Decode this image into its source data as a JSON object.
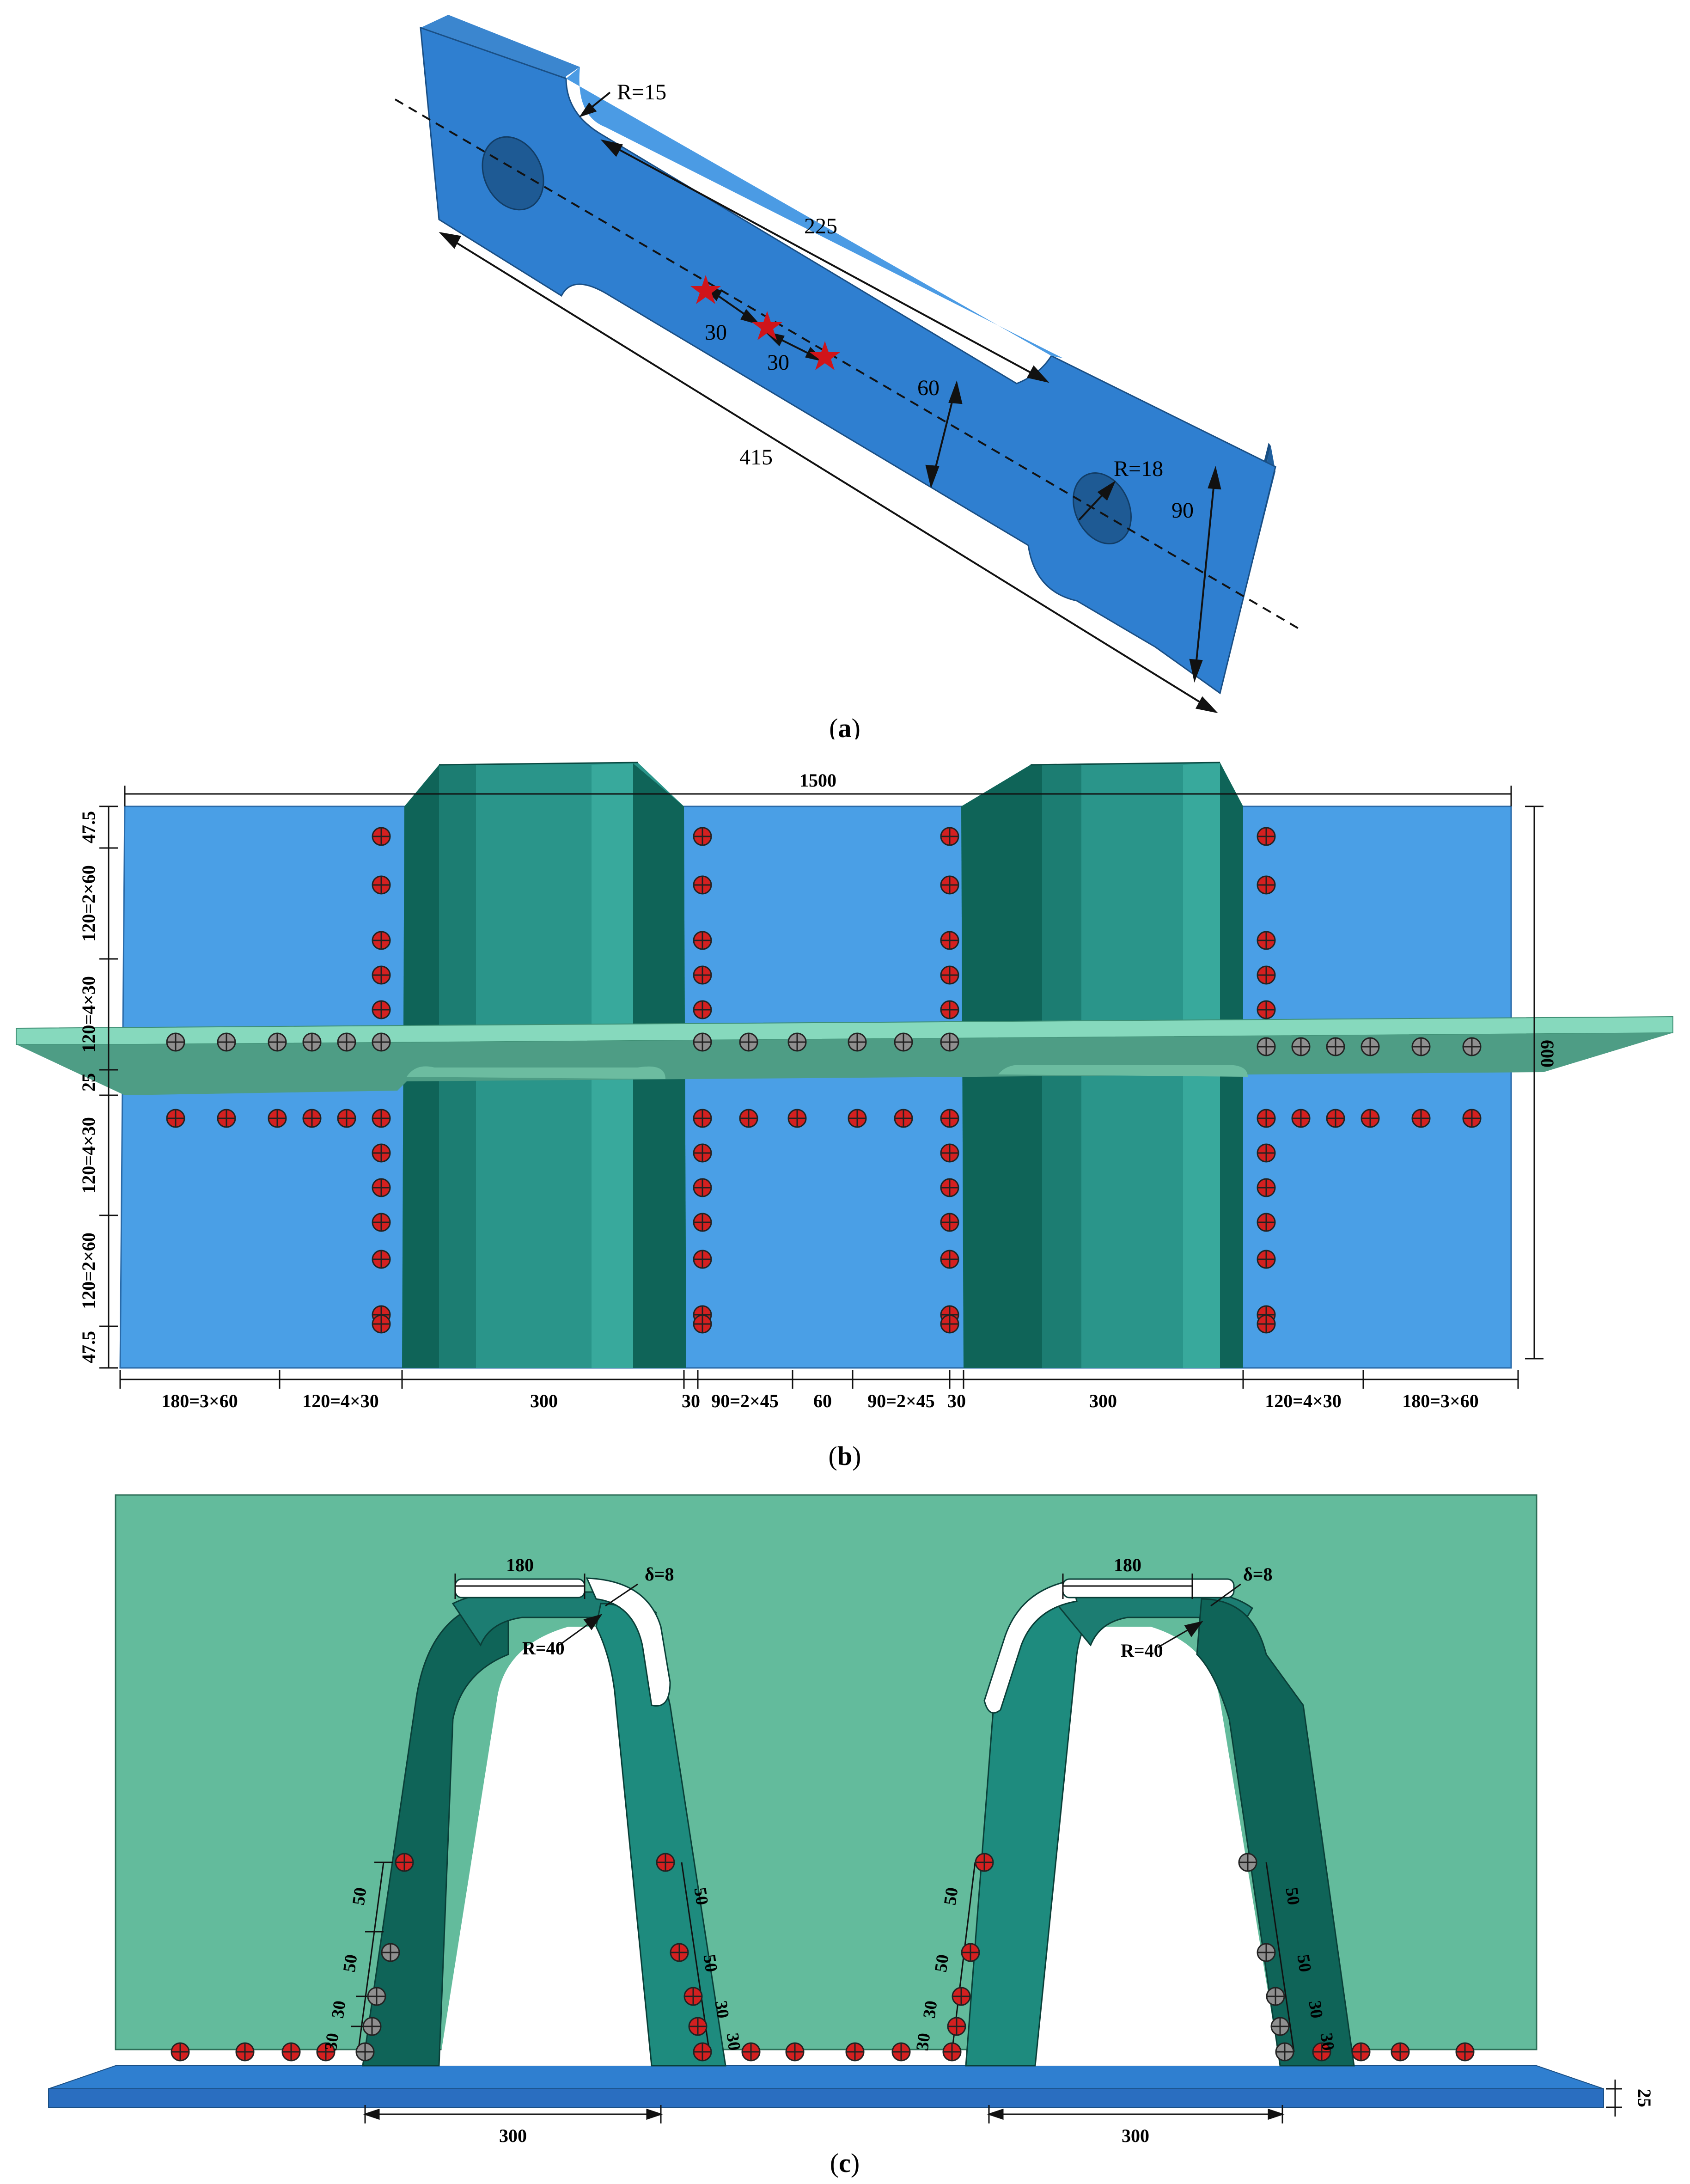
{
  "colors": {
    "plate_blue": "#4a9fe6",
    "plate_blue_top": "#3b86cf",
    "plate_blue_side": "#2f6fae",
    "specimen_blue": "#2f7fd0",
    "specimen_blue_top": "#4b9be4",
    "specimen_side": "#1f5f9e",
    "rib_green": "#2a958a",
    "rib_green_dark": "#0f6458",
    "rib_green_light": "#38a99c",
    "deck_green": "#63bb9c",
    "deck_flange": "#86d9bd",
    "weld_red": "#d42020",
    "star_red": "#d0141a"
  },
  "panel_a": {
    "caption_open": "(",
    "caption_letter": "a",
    "caption_close": ")",
    "dims": {
      "r15": "R=15",
      "d225": "225",
      "d30a": "30",
      "d30b": "30",
      "d60": "60",
      "d415": "415",
      "r18": "R=18",
      "d90": "90"
    },
    "star_icons": [
      "star-icon",
      "star-icon",
      "star-icon"
    ]
  },
  "panel_b": {
    "caption_open": "(",
    "caption_letter": "b",
    "caption_close": ")",
    "top_dim": "1500",
    "right_dim": "600",
    "left_dims": [
      "47.5",
      "120=2×60",
      "120=4×30",
      "25",
      "120=4×30",
      "120=2×60",
      "47.5"
    ],
    "bottom_dims": [
      "180=3×60",
      "120=4×30",
      "300",
      "30",
      "90=2×45",
      "60",
      "90=2×45",
      "30",
      "300",
      "120=4×30",
      "180=3×60"
    ]
  },
  "panel_c": {
    "caption_open": "(",
    "caption_letter": "c",
    "caption_close": ")",
    "rib_top_dims": [
      "180",
      "180"
    ],
    "thickness_labels": [
      "δ=8",
      "δ=8"
    ],
    "radius_labels": [
      "R=40",
      "R=40"
    ],
    "slope_dims": [
      "50",
      "50",
      "30",
      "30"
    ],
    "bottom_dims": [
      "300",
      "300"
    ],
    "plate_thickness": "25"
  }
}
